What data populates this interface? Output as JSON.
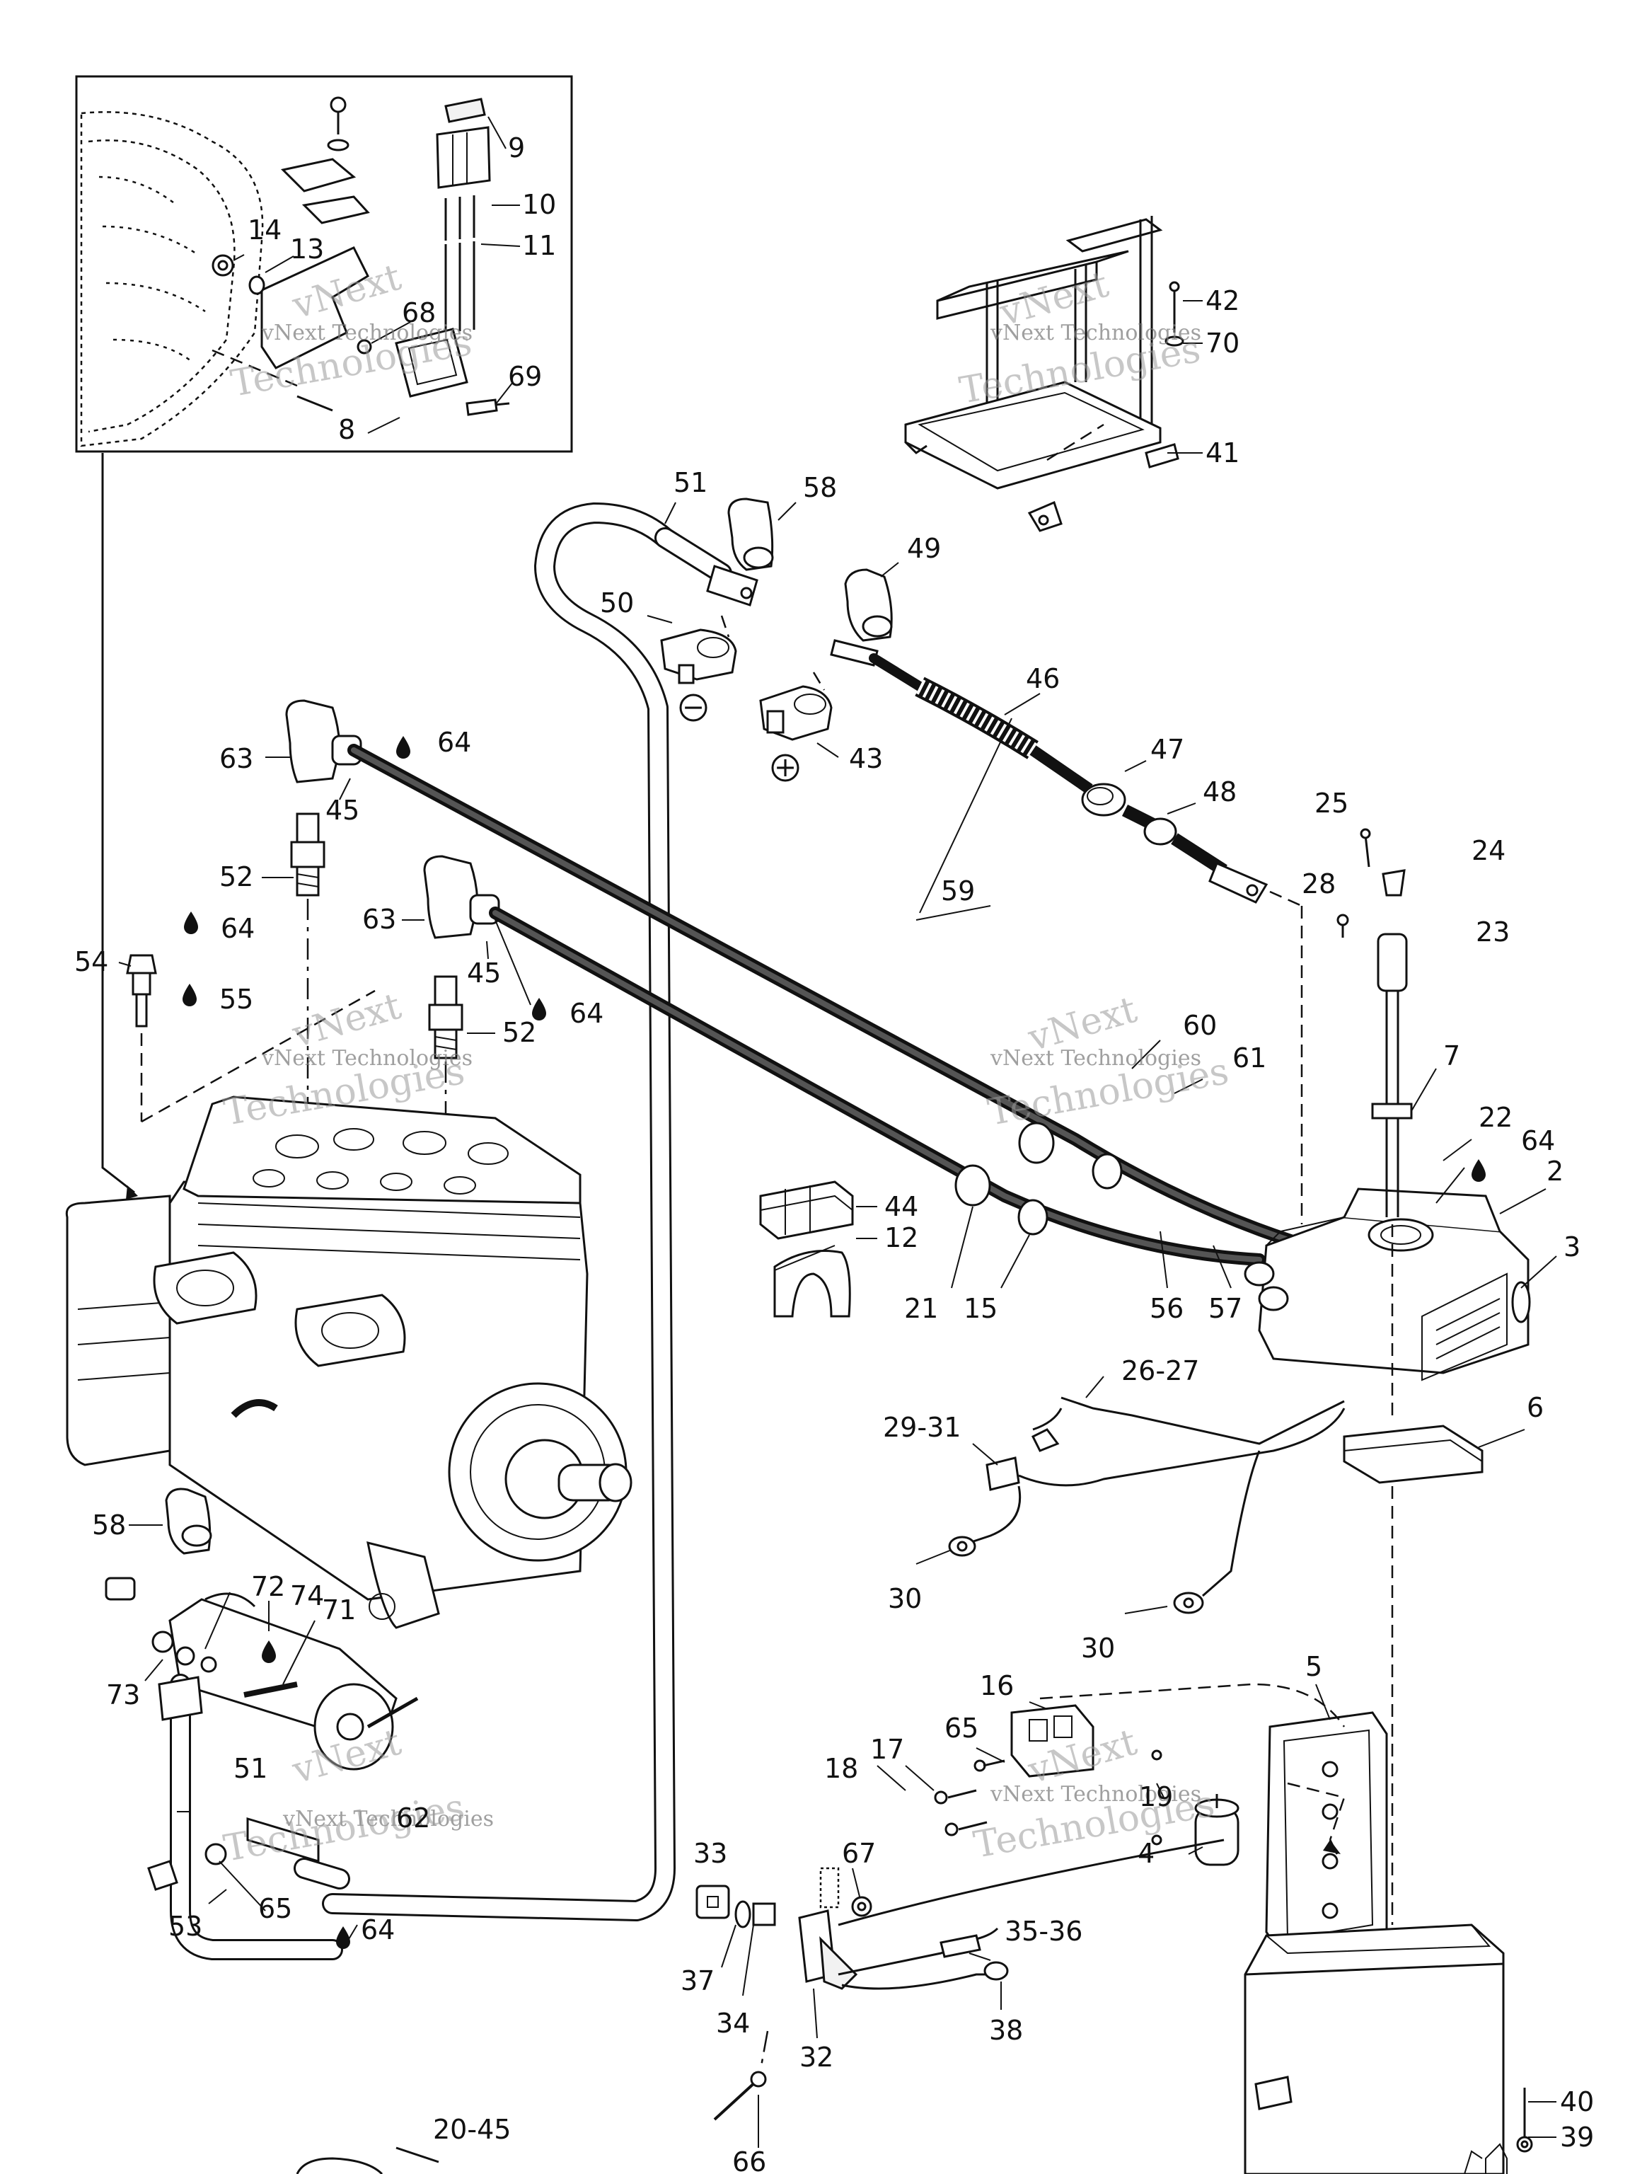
{
  "watermark": {
    "brand": "vNext",
    "line1": "vNext Technologies",
    "line2": "Technologies"
  },
  "callouts": {
    "c9": "9",
    "c10": "10",
    "c11": "11",
    "c14": "14",
    "c13": "13",
    "c68": "68",
    "c69": "69",
    "c8": "8",
    "c42": "42",
    "c70": "70",
    "c41": "41",
    "c51a": "51",
    "c58a": "58",
    "c49": "49",
    "c50": "50",
    "c46": "46",
    "c43": "43",
    "c63a": "63",
    "c64a": "64",
    "c45a": "45",
    "c47": "47",
    "c48": "48",
    "c25": "25",
    "c24": "24",
    "c52a": "52",
    "c59": "59",
    "c28": "28",
    "c23": "23",
    "c63b": "63",
    "c64b": "64",
    "c54": "54",
    "c55": "55",
    "c45b": "45",
    "c64c": "64",
    "c52b": "52",
    "c60": "60",
    "c61": "61",
    "c7": "7",
    "c22": "22",
    "c64d": "64",
    "c2": "2",
    "c44": "44",
    "c12": "12",
    "c3": "3",
    "c21": "21",
    "c15": "15",
    "c56": "56",
    "c57": "57",
    "c2627": "26-27",
    "c6": "6",
    "c2931": "29-31",
    "c58b": "58",
    "c72": "72",
    "c74": "74",
    "c71": "71",
    "c30a": "30",
    "c73": "73",
    "c30b": "30",
    "c5": "5",
    "c16": "16",
    "c65a": "65",
    "c17": "17",
    "c18": "18",
    "c19": "19",
    "c51b": "51",
    "c62": "62",
    "c33": "33",
    "c67": "67",
    "c4": "4",
    "c53": "53",
    "c65b": "65",
    "c64e": "64",
    "c3536": "35-36",
    "c37": "37",
    "c34": "34",
    "c38": "38",
    "c32": "32",
    "c40": "40",
    "c39": "39",
    "c2045": "20-45",
    "c66": "66"
  },
  "symbols": {
    "minus": "−",
    "plus": "+"
  },
  "icons": [
    "loctite-drop-icon",
    "negative-terminal-icon",
    "positive-terminal-icon"
  ]
}
